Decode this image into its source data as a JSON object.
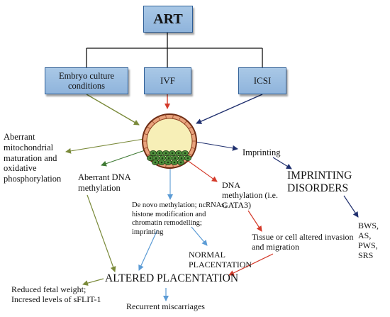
{
  "top_box": "ART",
  "methods": [
    "Embryo culture conditions",
    "IVF",
    "ICSI"
  ],
  "nodes": {
    "mito": "Aberrant mitochondrial maturation and oxidative phosphorylation",
    "dna_meth": "Aberrant DNA methylation",
    "de_novo": "De novo methylation; ncRNAs; histone modification and chromatin remodelling; imprinting",
    "gata3": "DNA methylation (i.e. GATA3)",
    "imprinting": "Imprinting",
    "imprinting_disorders": "IMPRINTING DISORDERS",
    "disorders_list": "BWS, AS, PWS, SRS",
    "tissue": "Tissue or cell altered invasion and migration",
    "normal": "NORMAL PLACENTATION",
    "altered": "ALTERED PLACENTATION",
    "fetal": "Reduced fetal weight; Incresed levels of sFLIT-1",
    "miscarriage": "Recurrent miscarriages"
  },
  "colors": {
    "box_fill": "#9dbfe2",
    "box_border": "#2e5e96",
    "olive": "#7a8a3a",
    "red": "#d43a2a",
    "navy": "#1f2f6e",
    "light_blue": "#5b9bd5",
    "green_arrow": "#3f7a34"
  }
}
